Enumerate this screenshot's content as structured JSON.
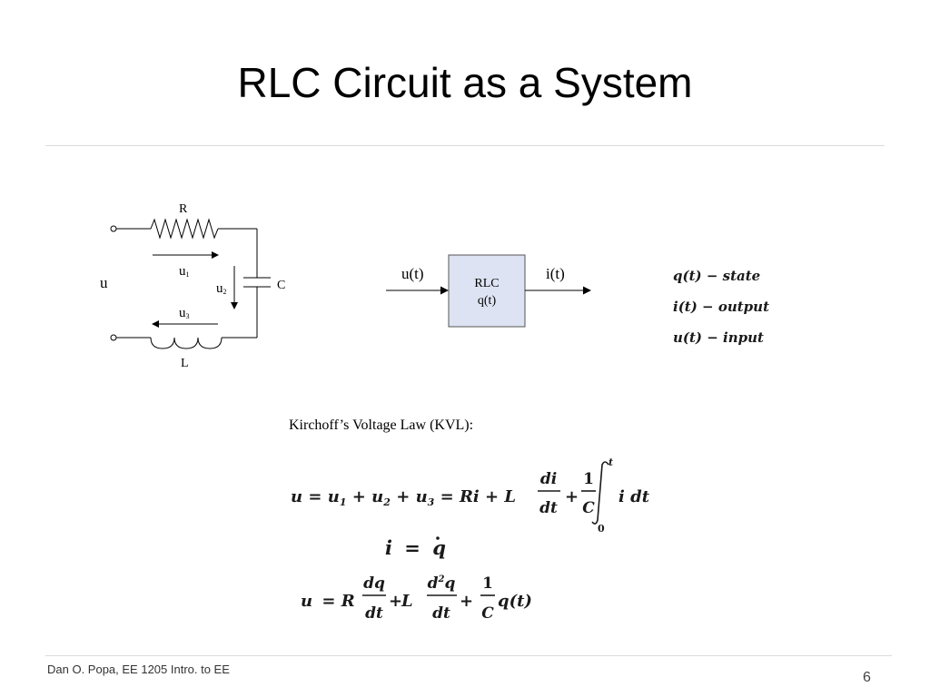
{
  "slide": {
    "title": "RLC Circuit as a System",
    "footer": "Dan O. Popa, EE 1205 Intro. to EE",
    "page_number": "6"
  },
  "circuit": {
    "resistor_label": "R",
    "capacitor_label": "C",
    "inductor_label": "L",
    "source_label": "u",
    "u1_label": "u",
    "u1_sub": "1",
    "u2_label": "u",
    "u2_sub": "2",
    "u3_label": "u",
    "u3_sub": "3"
  },
  "block": {
    "input_label": "u(t)",
    "output_label": "i(t)",
    "box_line1": "RLC",
    "box_line2": "q(t)",
    "box_fill": "#dde3f2"
  },
  "definitions": [
    {
      "fn": "q(t)",
      "dash": " − ",
      "role": "state"
    },
    {
      "fn": "i(t)",
      "dash": " − ",
      "role": "output"
    },
    {
      "fn": "u(t)",
      "dash": " − ",
      "role": "input"
    }
  ],
  "kvl_label": "Kirchoff’s Voltage Law (KVL):",
  "equations": {
    "eq1": {
      "lhs": "u",
      "eq": "=",
      "u1": "u",
      "sub1": "1",
      "plus": "+",
      "u2": "u",
      "sub2": "2",
      "u3": "u",
      "sub3": "3",
      "Ri": "Ri",
      "L": "L",
      "di": "di",
      "dt": "dt",
      "one": "1",
      "C": "C",
      "upper": "t",
      "lower": "0",
      "integrand": "i dt"
    },
    "eq2": {
      "lhs": "i",
      "eq": "=",
      "rhs": "q"
    },
    "eq3": {
      "lhs": "u",
      "eq": "=",
      "R": "R",
      "dq": "dq",
      "dt": "dt",
      "L": "L",
      "d2q_d": "d",
      "d2q_exp": "2",
      "d2q_q": "q",
      "dt2": "dt",
      "plus": "+",
      "one": "1",
      "C": "C",
      "qt": "q(t)"
    }
  }
}
